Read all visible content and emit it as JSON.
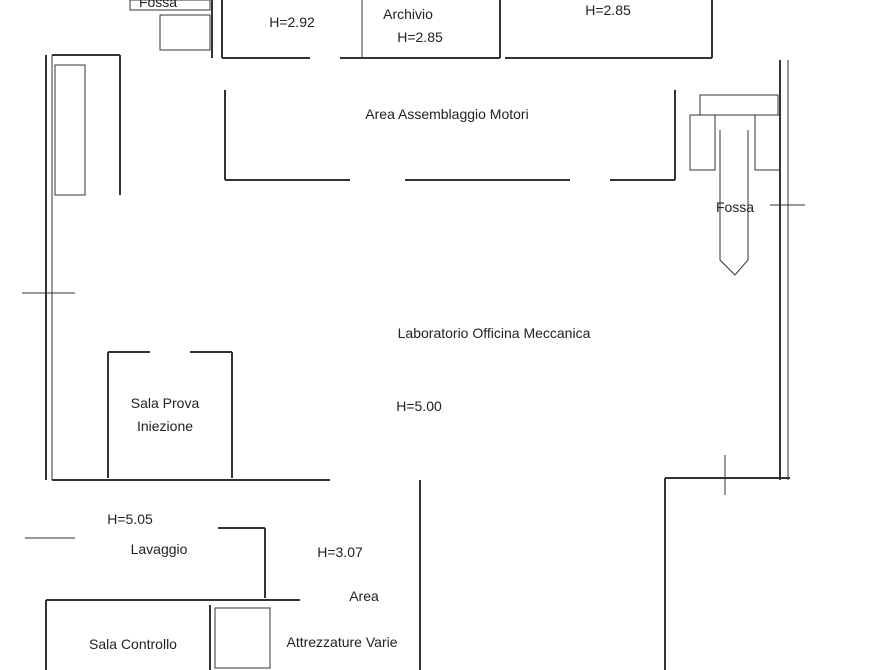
{
  "labels": {
    "fossa_top": "Fossa",
    "h292": "H=2.92",
    "archivio": "Archivio",
    "h285a": "H=2.85",
    "h285b": "H=2.85",
    "assemblaggio": "Area Assemblaggio Motori",
    "fossa_right": "Fossa",
    "laboratorio": "Laboratorio Officina Meccanica",
    "sala_prova_1": "Sala Prova",
    "sala_prova_2": "Iniezione",
    "h500": "H=5.00",
    "h505": "H=5.05",
    "lavaggio": "Lavaggio",
    "h307": "H=3.07",
    "area": "Area",
    "attrezzature": "Attrezzature Varie",
    "sala_controllo": "Sala Controllo"
  }
}
